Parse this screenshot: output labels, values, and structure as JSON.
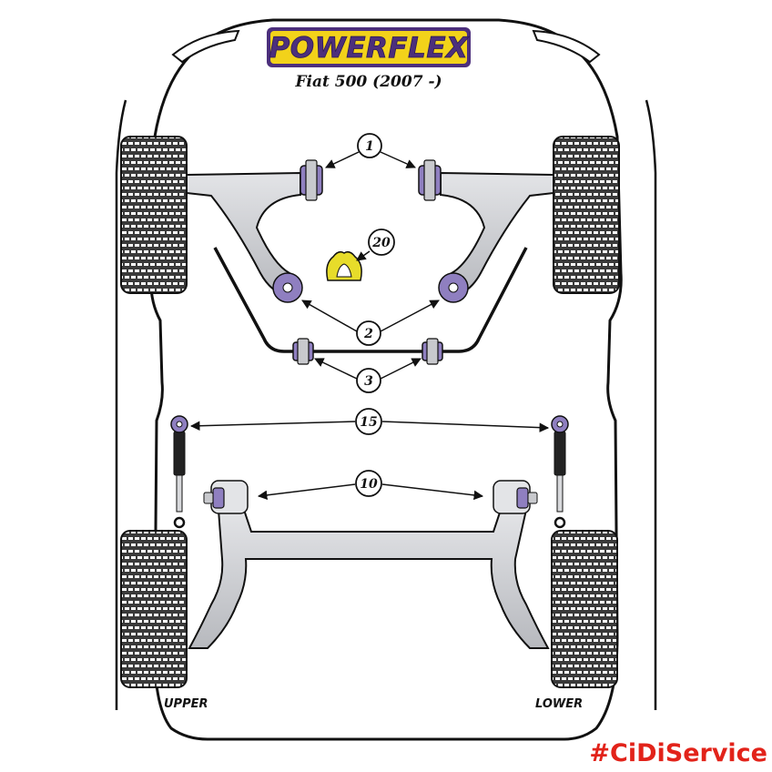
{
  "brand": {
    "name": "POWERFLEX",
    "model": "Fiat 500 (2007 -)"
  },
  "colors": {
    "bush_purple": "#8f7fc0",
    "bush_yellow": "#e7dc2a",
    "arm_grey": "#c6c8cd",
    "outline": "#111111",
    "tyre_dark": "#3a3a3a",
    "logo_purple": "#4c2f7c",
    "logo_yellow": "#f2d21a",
    "hashtag_red": "#e2231a"
  },
  "callouts": {
    "1": "1",
    "2": "2",
    "3": "3",
    "10": "10",
    "15": "15",
    "20": "20"
  },
  "captions": {
    "upper": "UPPER",
    "lower": "LOWER"
  },
  "hashtag": "#CiDiService"
}
